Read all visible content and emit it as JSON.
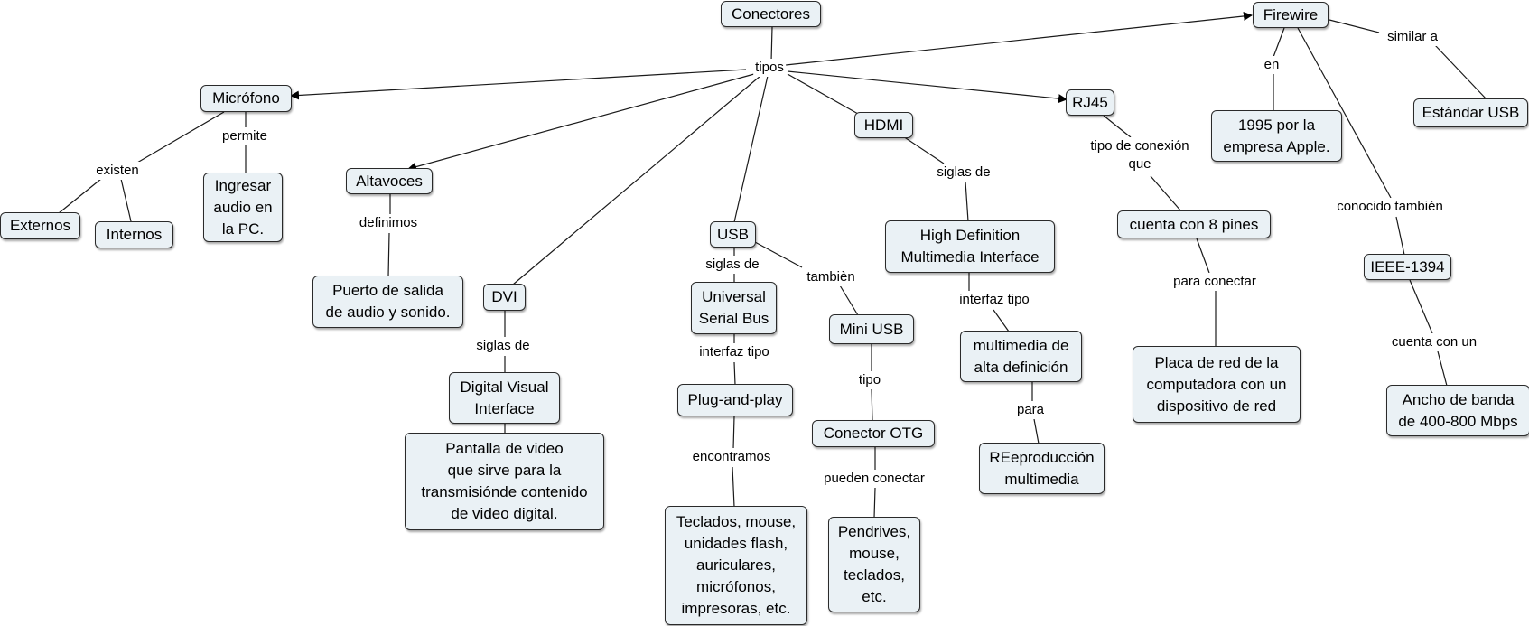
{
  "nodes": {
    "conectores": "Conectores",
    "firewire": "Firewire",
    "microfono": "Micrófono",
    "altavoces": "Altavoces",
    "hdmi": "HDMI",
    "rj45": "RJ45",
    "usb": "USB",
    "dvi": "DVI",
    "externos": "Externos",
    "internos": "Internos",
    "ingresar": "Ingresar\naudio en\nla PC.",
    "puerto": "Puerto de salida\nde audio y sonido.",
    "digital_visual": "Digital Visual\nInterface",
    "pantalla": "Pantalla de video\nque sirve para la\ntransmisiónde contenido\nde video digital.",
    "universal": "Universal\nSerial Bus",
    "plug": "Plug-and-play",
    "teclados": "Teclados, mouse,\nunidades flash,\nauriculares,\nmicrófonos,\nimpresoras, etc.",
    "mini_usb": "Mini USB",
    "otg": "Conector OTG",
    "pendrives": "Pendrives,\nmouse,\nteclados,\netc.",
    "high_def": "High Definition\nMultimedia Interface",
    "multimedia_alta": "multimedia de\nalta definición",
    "reproduccion": "REeproducción\nmultimedia",
    "ocho_pines": "cuenta con 8 pines",
    "placa": "Placa de red de la\ncomputadora con un\ndispositivo de red",
    "apple": "1995 por la\nempresa Apple.",
    "estandar": "Estándar USB",
    "ieee": "IEEE-1394",
    "ancho": "Ancho de banda\nde 400-800 Mbps"
  },
  "links": {
    "tipos": "tipos",
    "existen": "existen",
    "permite": "permite",
    "definimos": "definimos",
    "siglas_dvi": "siglas de",
    "siglas_usb": "siglas de",
    "tambien": "tambièn",
    "interfaz_usb": "interfaz tipo",
    "encontramos": "encontramos",
    "tipo_mini": "tipo",
    "pueden": "pueden conectar",
    "siglas_hdmi": "siglas de",
    "interfaz_hdmi": "interfaz tipo",
    "para": "para",
    "tipo_conexion": "tipo de conexión\nque",
    "para_conectar": "para conectar",
    "en": "en",
    "similar": "similar a",
    "conocido": "conocido también",
    "cuenta_con": "cuenta con un"
  },
  "colors": {
    "node_fill": "#eaf1f5",
    "stroke": "#1a1a1a"
  }
}
